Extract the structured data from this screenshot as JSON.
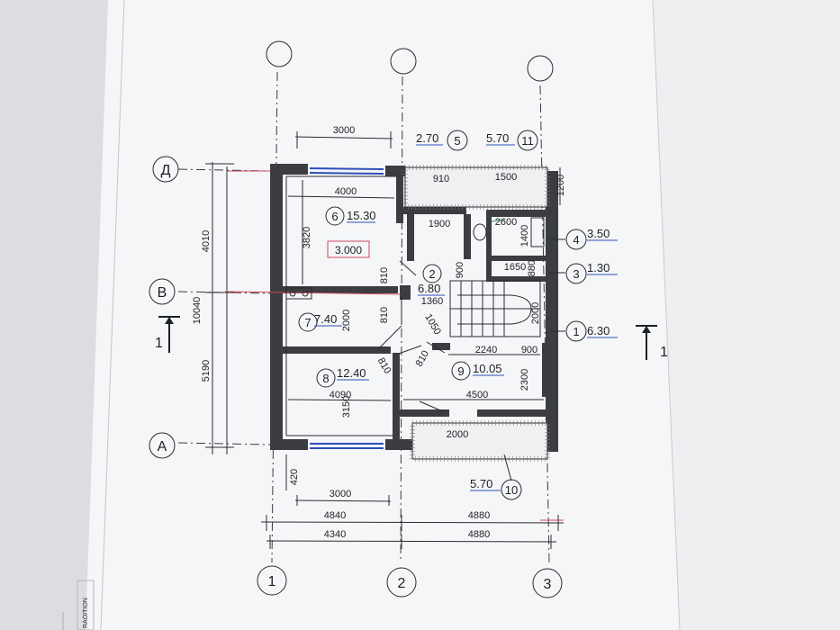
{
  "axes_letters": [
    "Д",
    "В",
    "А"
  ],
  "axes_numbers": [
    "1",
    "2",
    "3"
  ],
  "dimensions": {
    "top_window": "3000",
    "room6_width": "4000",
    "room6_height": "3820",
    "left_upper": "4010",
    "left_total": "10040",
    "left_lower": "5190",
    "bottom_420": "420",
    "bottom_window": "3000",
    "bottom_4840": "4840",
    "bottom_4880_top": "4880",
    "bottom_4340": "4340",
    "bottom_4880_bot": "4880",
    "d1900": "1900",
    "d2600": "2600",
    "d1400": "1400",
    "d1650": "1650",
    "d900_hall": "900",
    "d810_a": "810",
    "d810_b": "810",
    "d810_c": "810",
    "d810_d": "810",
    "d1360": "1360",
    "d1050": "1050",
    "d2000_stair": "2000",
    "d2000_room7": "2000",
    "d2240": "2240",
    "d900_right": "900",
    "d2300": "2300",
    "d4090": "4090",
    "d3150": "3150",
    "d4500": "4500",
    "d2000_bottom": "2000",
    "d1200": "1200",
    "d910": "910",
    "d1500": "1500",
    "d880": "880"
  },
  "level_mark": "3.000",
  "rooms": [
    {
      "num": "6",
      "area": "15.30"
    },
    {
      "num": "2",
      "area": "6.80"
    },
    {
      "num": "7",
      "area": "7.40"
    },
    {
      "num": "8",
      "area": "12.40"
    },
    {
      "num": "9",
      "area": "10.05"
    }
  ],
  "callouts": [
    {
      "num": "5",
      "area": "2.70"
    },
    {
      "num": "11",
      "area": "5.70"
    },
    {
      "num": "4",
      "area": "3.50"
    },
    {
      "num": "3",
      "area": "1.30"
    },
    {
      "num": "1",
      "area": "6.30"
    },
    {
      "num": "10",
      "area": "5.70"
    }
  ],
  "section_mark": "1",
  "margin_text": "RAOITION"
}
